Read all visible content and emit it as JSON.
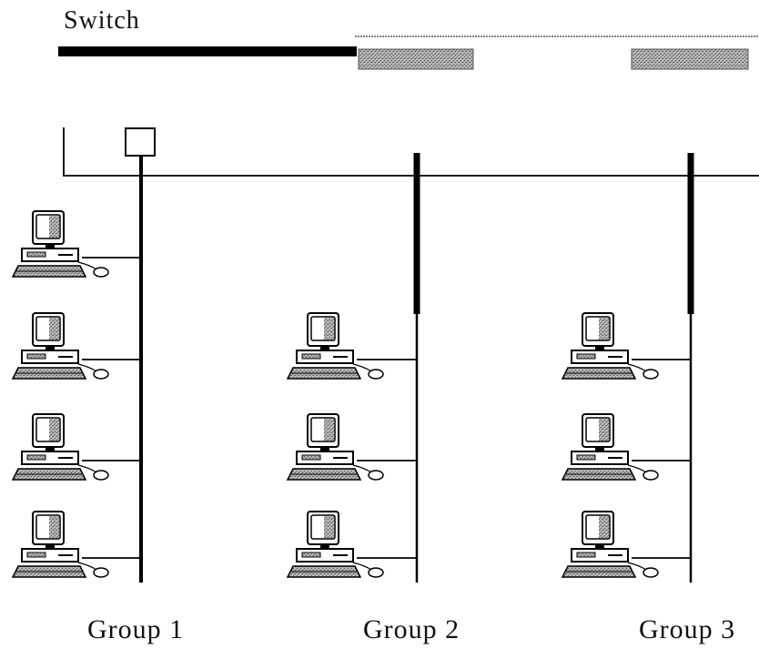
{
  "diagram": {
    "switch_label": "Switch",
    "groups": [
      {
        "label": "Group 1",
        "computers": 4
      },
      {
        "label": "Group 2",
        "computers": 3
      },
      {
        "label": "Group 3",
        "computers": 3
      }
    ]
  },
  "colors": {
    "line": "#000000",
    "port_fill": "#9a9a9a",
    "background": "#ffffff"
  }
}
